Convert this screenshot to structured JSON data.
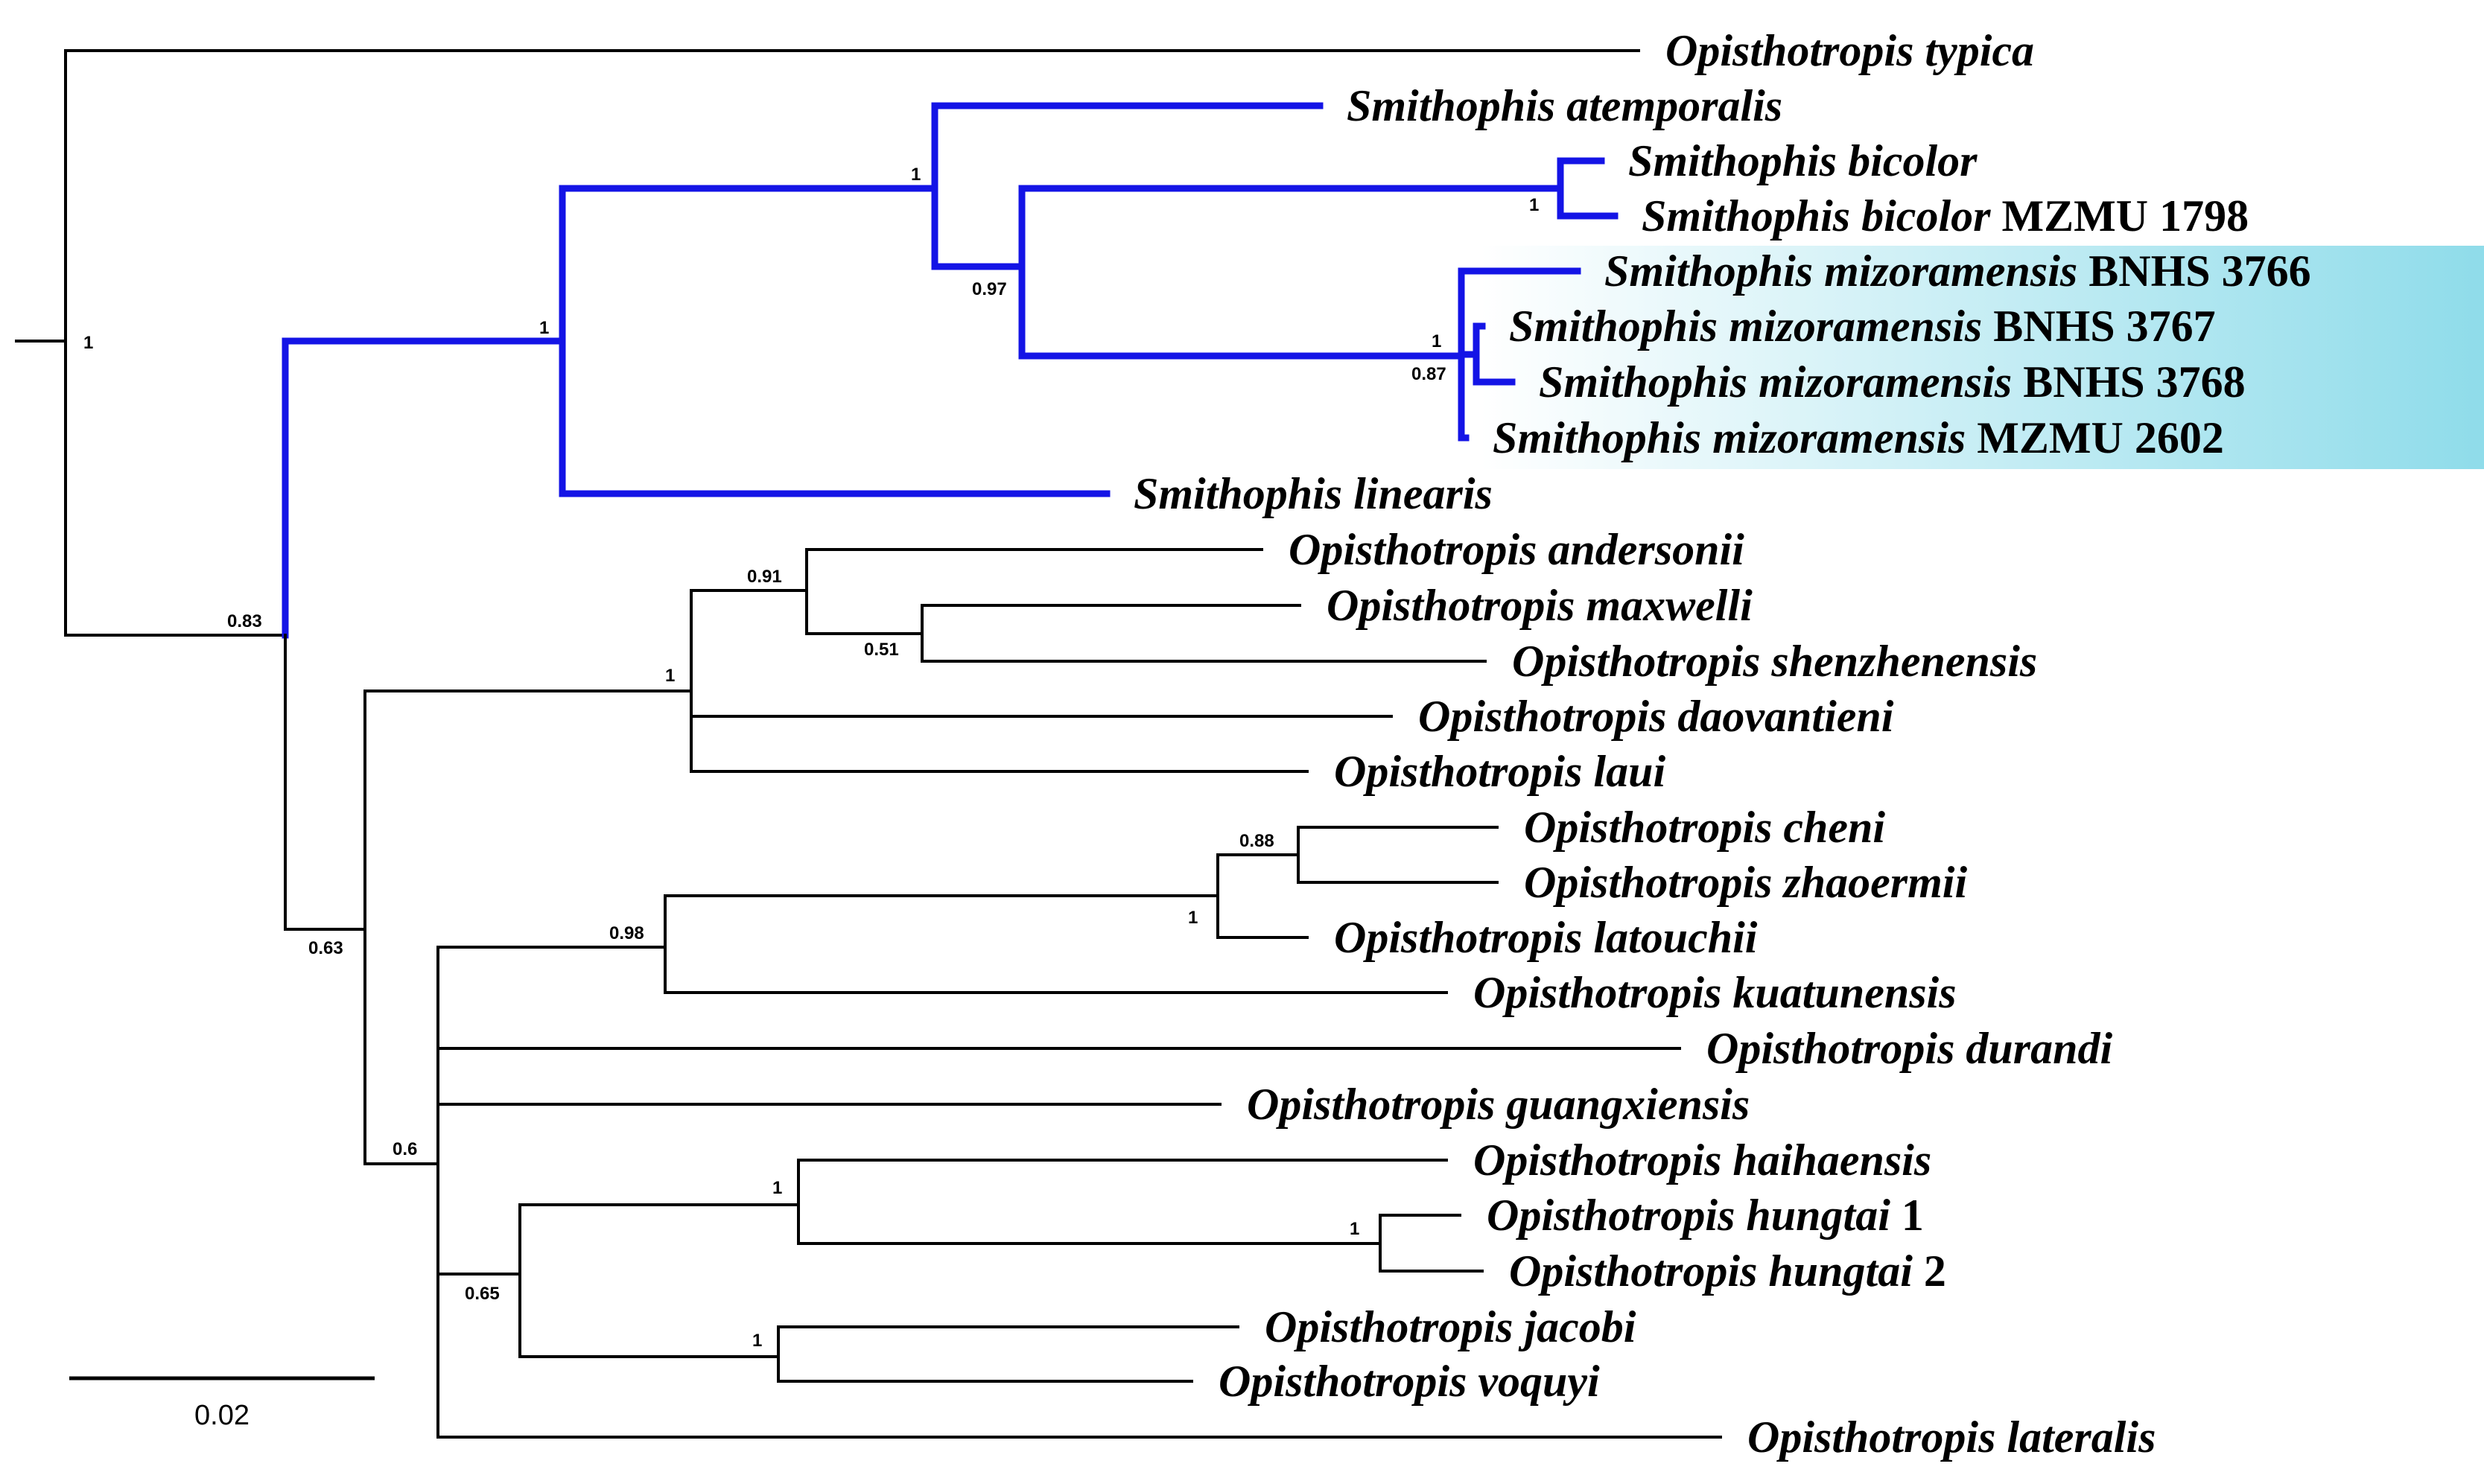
{
  "colors": {
    "default_branch": "#000000",
    "highlight_branch": "#1414e6",
    "highlight_box_start": "#ffffff",
    "highlight_box_end": "#8fdcea"
  },
  "tips": {
    "typica": {
      "genus": "Opisthotropis",
      "species": "typica",
      "suffix": ""
    },
    "atemporalis": {
      "genus": "Smithophis",
      "species": "atemporalis",
      "suffix": ""
    },
    "bicolor": {
      "genus": "Smithophis",
      "species": "bicolor",
      "suffix": ""
    },
    "bicolor1798": {
      "genus": "Smithophis",
      "species": "bicolor",
      "suffix": " MZMU 1798"
    },
    "miz3766": {
      "genus": "Smithophis",
      "species": "mizoramensis",
      "suffix": " BNHS 3766"
    },
    "miz3767": {
      "genus": "Smithophis",
      "species": "mizoramensis",
      "suffix": " BNHS 3767"
    },
    "miz3768": {
      "genus": "Smithophis",
      "species": "mizoramensis",
      "suffix": " BNHS 3768"
    },
    "miz2602": {
      "genus": "Smithophis",
      "species": "mizoramensis",
      "suffix": " MZMU 2602"
    },
    "linearis": {
      "genus": "Smithophis",
      "species": "linearis",
      "suffix": ""
    },
    "andersonii": {
      "genus": "Opisthotropis",
      "species": "andersonii",
      "suffix": ""
    },
    "maxwelli": {
      "genus": "Opisthotropis",
      "species": "maxwelli",
      "suffix": ""
    },
    "shenzhenensis": {
      "genus": "Opisthotropis",
      "species": "shenzhenensis",
      "suffix": ""
    },
    "daovantieni": {
      "genus": "Opisthotropis",
      "species": "daovantieni",
      "suffix": ""
    },
    "laui": {
      "genus": "Opisthotropis",
      "species": "laui",
      "suffix": ""
    },
    "cheni": {
      "genus": "Opisthotropis",
      "species": "cheni",
      "suffix": ""
    },
    "zhaoermii": {
      "genus": "Opisthotropis",
      "species": "zhaoermii",
      "suffix": ""
    },
    "latouchii": {
      "genus": "Opisthotropis",
      "species": "latouchii",
      "suffix": ""
    },
    "kuatunensis": {
      "genus": "Opisthotropis",
      "species": "kuatunensis",
      "suffix": ""
    },
    "durandi": {
      "genus": "Opisthotropis",
      "species": "durandi",
      "suffix": ""
    },
    "guangxiensis": {
      "genus": "Opisthotropis",
      "species": "guangxiensis",
      "suffix": ""
    },
    "haihaensis": {
      "genus": "Opisthotropis",
      "species": "haihaensis",
      "suffix": ""
    },
    "hungtai1": {
      "genus": "Opisthotropis",
      "species": "hungtai",
      "suffix": " 1"
    },
    "hungtai2": {
      "genus": "Opisthotropis",
      "species": "hungtai",
      "suffix": " 2"
    },
    "jacobi": {
      "genus": "Opisthotropis",
      "species": "jacobi",
      "suffix": ""
    },
    "voquyi": {
      "genus": "Opisthotropis",
      "species": "voquyi",
      "suffix": ""
    },
    "lateralis": {
      "genus": "Opisthotropis",
      "species": "lateralis",
      "suffix": ""
    }
  },
  "supports": {
    "root": "1",
    "smithophis_linearis": "0.83",
    "smithophis_crown": "1",
    "smithophis_core": "1",
    "bicolor_mizoramensis": "0.97",
    "bicolor_pair": "1",
    "mizoramensis_clade": "1",
    "mizoramensis_inner": "0.87",
    "opisthotropis_main": "0.63",
    "andersonii_group": "1",
    "andersonii_maxwelli": "0.91",
    "maxwelli_shenzhenensis": "0.51",
    "lower_group": "0.6",
    "latouchii_group": "0.98",
    "cheni_latouchii": "1",
    "cheni_zhaoermii": "0.88",
    "haihaensis_voquyi": "0.65",
    "haihaensis_hungtai": "1",
    "hungtai_pair": "1",
    "jacobi_voquyi": "1"
  },
  "scale_bar": {
    "label": "0.02"
  }
}
